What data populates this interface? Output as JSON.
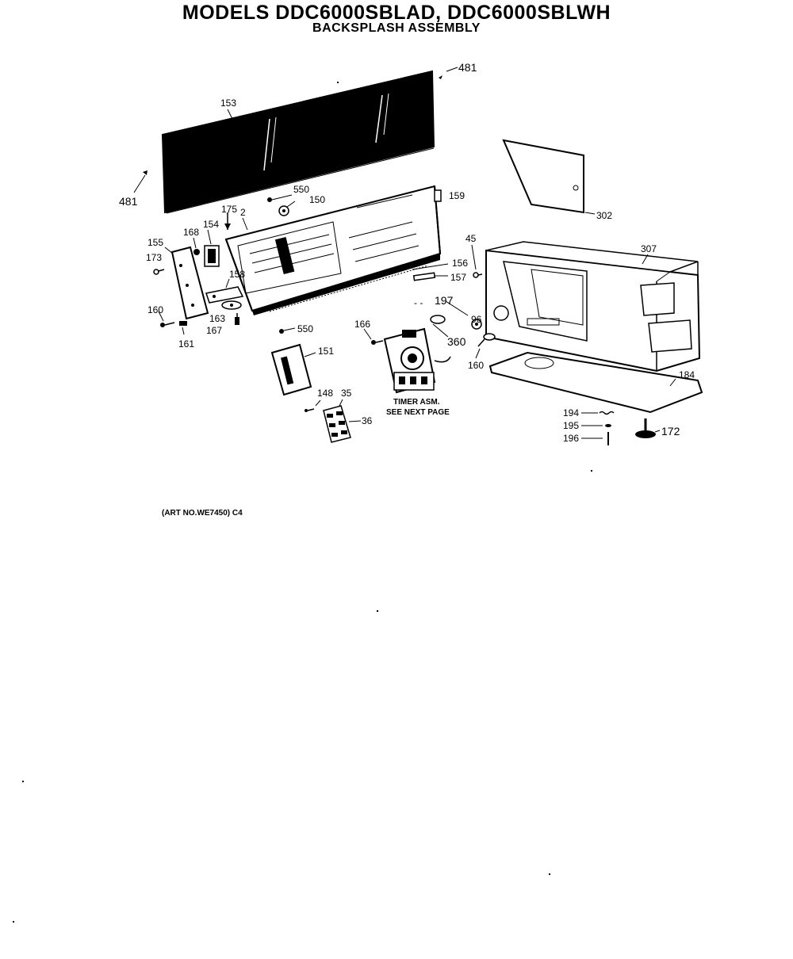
{
  "title": "MODELS DDC6000SBLAD, DDC6000SBLWH",
  "subtitle": "BACKSPLASH ASSEMBLY",
  "callouts": {
    "c481a": "481",
    "c481b": "481",
    "c153": "153",
    "c302": "302",
    "c550a": "550",
    "c150": "150",
    "c159": "159",
    "c175": "175",
    "c2": "2",
    "c154": "154",
    "c168": "168",
    "c155": "155",
    "c173": "173",
    "c45": "45",
    "c307": "307",
    "c156": "156",
    "c158": "158",
    "c157": "157",
    "c160a": "160",
    "c163": "163",
    "c167": "167",
    "c197": "197",
    "c96": "96",
    "c161": "161",
    "c166": "166",
    "c550b": "550",
    "c360": "360",
    "c151": "151",
    "c160b": "160",
    "c184": "184",
    "c148": "148",
    "c35": "35",
    "c36": "36",
    "c194": "194",
    "c195": "195",
    "c196": "196",
    "c172": "172"
  },
  "timer_note_line1": "TIMER ASM.",
  "timer_note_line2": "SEE NEXT PAGE",
  "art_number": "(ART NO.WE7450) C4"
}
